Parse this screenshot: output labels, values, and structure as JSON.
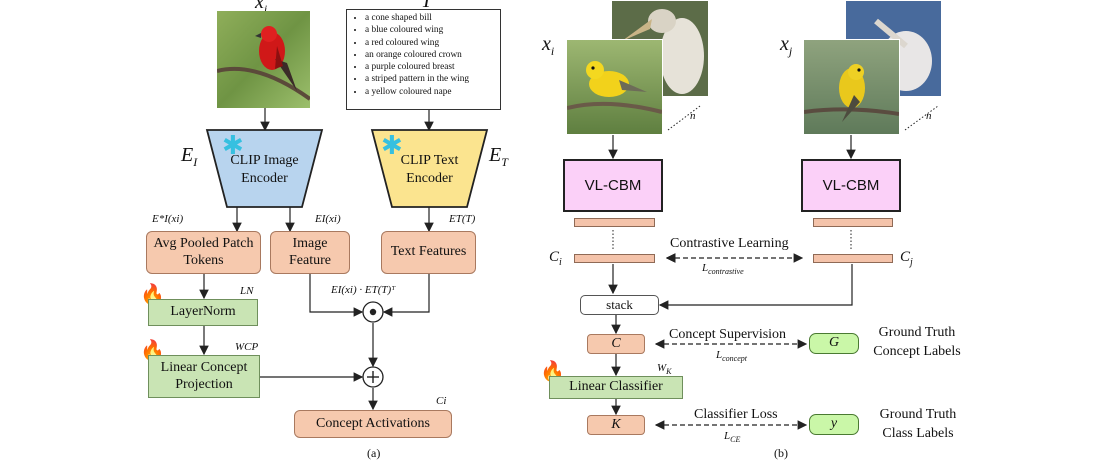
{
  "panel_a": {
    "input_image_label": "x",
    "input_image_sub": "i",
    "text_input_label": "T",
    "concepts": [
      "a cone shaped bill",
      "a blue coloured wing",
      "a red coloured wing",
      "an orange coloured crown",
      "a purple coloured breast",
      "a striped pattern in the wing",
      "a yellow coloured nape"
    ],
    "image_encoder": "CLIP Image Encoder",
    "text_encoder": "CLIP Text Encoder",
    "ei_label": "E",
    "ei_sub": "I",
    "et_label": "E",
    "et_sub": "T",
    "patch_label": "E*I(xi)",
    "img_feat_label": "EI(xi)",
    "txt_feat_label": "ET(T)",
    "avg_pooled": "Avg Pooled Patch Tokens",
    "image_feature": "Image Feature",
    "text_features": "Text Features",
    "ln_label": "LN",
    "layernorm": "LayerNorm",
    "wcp_label": "WCP",
    "linear_concept": "Linear Concept Projection",
    "dot_label": "EI(xi) · ET(T)ᵀ",
    "ci_label": "Ci",
    "concept_activations": "Concept Activations",
    "caption": "(a)"
  },
  "panel_b": {
    "xi_label": "xi",
    "xj_label": "xj",
    "n_label": "n",
    "vlcbm_left": "VL-CBM",
    "vlcbm_right": "VL-CBM",
    "ci_label": "Ci",
    "cj_label": "Cj",
    "contrastive": "Contrastive Learning",
    "l_contrastive": "Lcontrastive",
    "stack": "stack",
    "c_label": "C",
    "concept_supervision": "Concept Supervision",
    "l_concept": "Lconcept",
    "g_label": "G",
    "gt_concept": "Ground Truth Concept Labels",
    "wk_label": "WK",
    "linear_classifier": "Linear Classifier",
    "k_label": "K",
    "classifier_loss": "Classifier Loss",
    "l_ce": "LCE",
    "y_label": "y",
    "gt_class": "Ground Truth Class Labels",
    "caption": "(b)"
  },
  "colors": {
    "image_encoder": "#b8d4ee",
    "text_encoder": "#fbe48f",
    "peach": "#f6c9ae",
    "green": "#c9e4b4",
    "pink": "#fbd0f8",
    "gt_green": "#caf7a8",
    "snowflake": "#36c0e0",
    "flame": "#f08a1c"
  }
}
